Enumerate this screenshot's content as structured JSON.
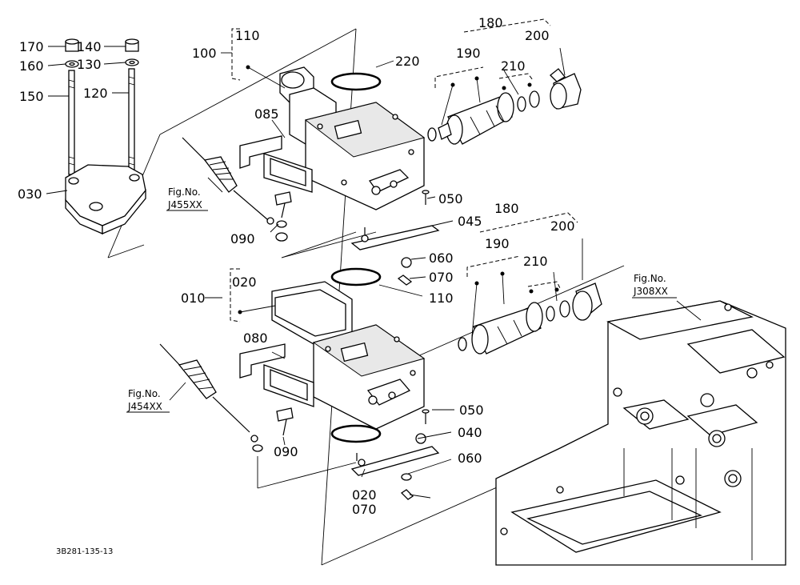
{
  "labels": {
    "l170": "170",
    "l160": "160",
    "l150": "150",
    "l140": "140",
    "l130": "130",
    "l120": "120",
    "l030": "030",
    "l100": "100",
    "l110a": "110",
    "l085": "085",
    "l220": "220",
    "l180a": "180",
    "l200a": "200",
    "l190a": "190",
    "l210a": "210",
    "l050a": "050",
    "l045": "045",
    "l060a": "060",
    "l070a": "070",
    "l090a": "090",
    "l180b": "180",
    "l200b": "200",
    "l190b": "190",
    "l210b": "210",
    "l110b": "110",
    "l010": "010",
    "l020a": "020",
    "l080": "080",
    "l050b": "050",
    "l040": "040",
    "l060b": "060",
    "l020b": "020",
    "l070b": "070",
    "l090b": "090"
  },
  "refs": {
    "r1_title": "Fig.No.",
    "r1_code": "J455XX",
    "r2_title": "Fig.No.",
    "r2_code": "J454XX",
    "r3_title": "Fig.No.",
    "r3_code": "J308XX"
  },
  "caption": "3B281-135-13"
}
